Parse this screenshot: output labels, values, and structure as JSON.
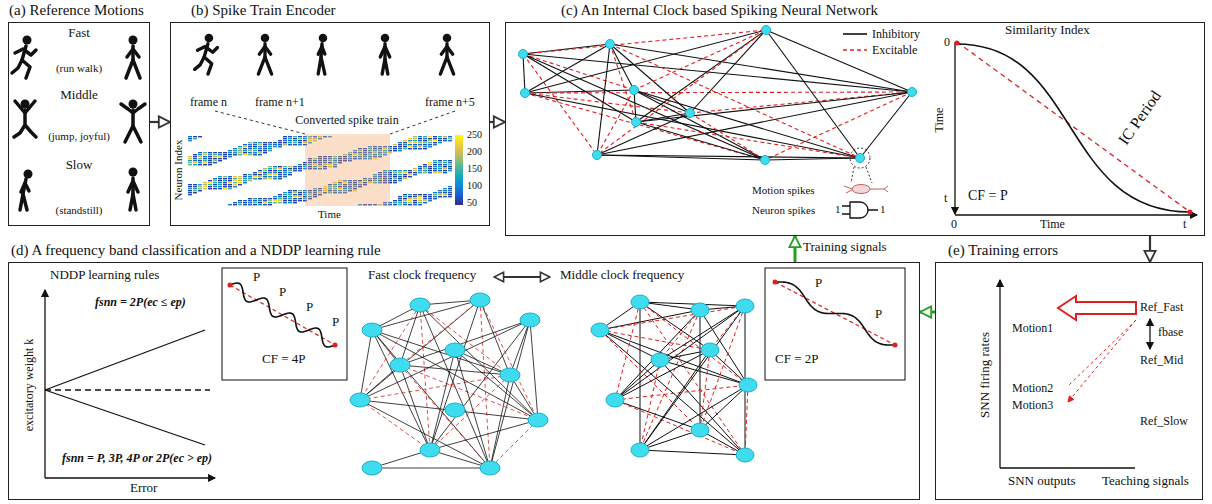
{
  "diagram": {
    "nodes": [
      {
        "text": [
          "(a) Reference Motions"
        ]
      },
      {
        "text": [
          "(b) Spike Train Encoder"
        ]
      },
      {
        "text": [
          "(c) An Internal Clock based Spiking Neural Network"
        ]
      },
      {
        "text": [
          "(d) A frequency band classification and a NDDP learning rule"
        ]
      },
      {
        "text": [
          "(e) Training errors"
        ]
      }
    ],
    "edges": [
      {
        "from": 0,
        "to": 1,
        "arrow": "to"
      },
      {
        "from": 1,
        "to": 2,
        "arrow": "to"
      },
      {
        "from": 2,
        "to": 4,
        "arrow": "to"
      },
      {
        "from": 4,
        "to": 3,
        "arrow": "to"
      },
      {
        "from": 3,
        "to": 2,
        "arrow": "to",
        "label": "Training signals"
      }
    ],
    "labels": [
      "Fast",
      "(run walk)",
      "Middle",
      "(jump, joyful)",
      "Slow",
      "(standstill)",
      "frame n",
      "frame n+1",
      "frame n+5",
      "Converted spike train",
      "Neuron Index",
      "Time",
      "250",
      "200",
      "150",
      "100",
      "50",
      "Motion spikes",
      "Neuron spikes",
      "1",
      "1",
      "Similarity Index",
      "0",
      "Time",
      "t",
      "CF = P",
      "IC Period",
      "0",
      "Time",
      "t",
      "NDDP learning rules",
      "fsnn = 2P(ec ≤ ep)",
      "excitatory weight k",
      "fsnn = P, 3P, 4P or 2P(ec > ep)",
      "Error",
      "P",
      "P",
      "P",
      "P",
      "CF = 4P",
      "Fast clock frequency",
      "Middle clock frequency",
      "P",
      "P",
      "CF = 2P",
      "SNN firing rates",
      "Motion1",
      "Ref_Fast",
      "fbase",
      "Ref_Mid",
      "Motion2",
      "Motion3",
      "Ref_Slow",
      "SNN outputs",
      "Teaching signals"
    ],
    "legend": [
      {
        "text": "Inhibitory"
      },
      {
        "text": "Excitable"
      }
    ]
  }
}
